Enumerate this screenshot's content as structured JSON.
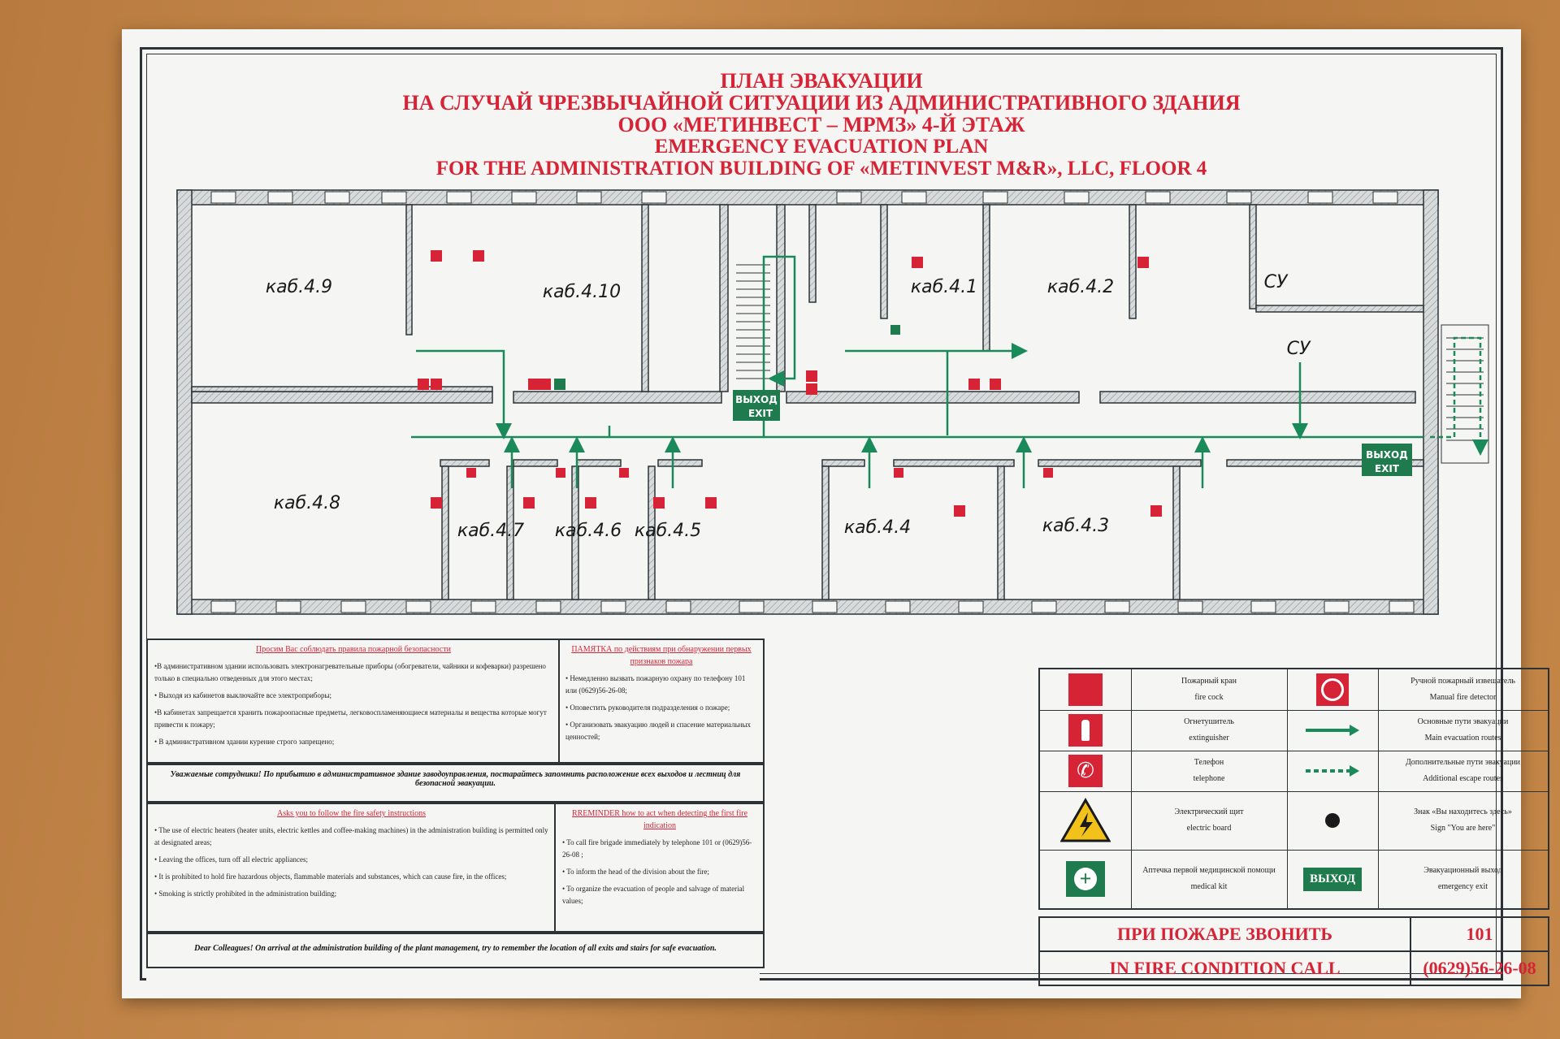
{
  "title": {
    "line1": "ПЛАН ЭВАКУАЦИИ",
    "line2": "НА СЛУЧАЙ ЧРЕЗВЫЧАЙНОЙ СИТУАЦИИ ИЗ АДМИНИСТРАТИВНОГО ЗДАНИЯ",
    "line3": "ООО «МЕТИНВЕСТ – МРМЗ» 4-Й ЭТАЖ",
    "line4": "EMERGENCY EVACUATION PLAN",
    "line5": "FOR THE ADMINISTRATION BUILDING OF «METINVEST M&R», LLC, FLOOR 4"
  },
  "rooms": {
    "r49": "каб.4.9",
    "r410": "каб.4.10",
    "r41": "каб.4.1",
    "r42": "каб.4.2",
    "su1": "СУ",
    "su2": "СУ",
    "r48": "каб.4.8",
    "r47": "каб.4.7",
    "r46": "каб.4.6",
    "r45": "каб.4.5",
    "r44": "каб.4.4",
    "r43": "каб.4.3"
  },
  "exit_sign": {
    "ru": "ВЫХОД",
    "en": "EXIT"
  },
  "rules_ru": {
    "heading": "Просим Вас соблюдать правила пожарной безопасности",
    "items": [
      "•В административном здании использовать электронагревательные приборы (обогреватели, чайники и кофеварки) разрешено только в специально отведенных для этого местах;",
      "• Выходя из кабинетов выключайте все электроприборы;",
      "•В кабинетах запрещается хранить пожароопасные предметы, легковоспламеняющиеся материалы и вещества которые могут привести к пожару;",
      "• В административном здании курение строго запрещено;"
    ]
  },
  "memo_ru": {
    "heading": "ПАМЯТКА по действиям при обнаружении первых признаков пожара",
    "items": [
      "• Немедленно вызвать пожарную охрану по телефону 101 или (0629)56-26-08;",
      "• Оповестить руководителя подразделения о пожаре;",
      "• Организовать эвакуацию людей и спасение материальных ценностей;"
    ]
  },
  "wish_ru": "Уважаемые сотрудники! По прибытию в административное здание заводоуправления, постарайтесь запомнить расположение всех выходов и лестниц для безопасной эвакуации.",
  "rules_en": {
    "heading": "Asks you to follow the fire safety instructions",
    "items": [
      "• The use of electric heaters (heater units, electric kettles and coffee-making machines) in the administration building is permitted only at designated areas;",
      "• Leaving the offices, turn off all electric appliances;",
      "• It is prohibited to hold fire hazardous objects, flammable materials and substances, which can cause fire, in the offices;",
      "• Smoking is strictly prohibited in the administration building;"
    ]
  },
  "memo_en": {
    "heading": "RREMINDER how to act when detecting the first fire indication",
    "items": [
      "• To call fire brigade immediately by telephone 101 or (0629)56-26-08 ;",
      "• To inform the head of the division about the fire;",
      "• To organize the evacuation of people and salvage of material values;"
    ]
  },
  "wish_en": "Dear Colleagues! On arrival at the administration building of the plant management, try to remember the location of all exits and stairs for safe evacuation.",
  "legend": [
    {
      "left_icon": "fire-cock-icon",
      "left_ru": "Пожарный кран",
      "left_en": "fire cock",
      "right_icon": "manual-fire-detector-icon",
      "right_ru": "Ручной пожарный извещатель",
      "right_en": "Manual fire detector"
    },
    {
      "left_icon": "extinguisher-icon",
      "left_ru": "Огнетушитель",
      "left_en": "extinguisher",
      "right_icon": "main-route-arrow-icon",
      "right_ru": "Основные пути эвакуации",
      "right_en": "Main evacuation routes"
    },
    {
      "left_icon": "telephone-icon",
      "left_ru": "Телефон",
      "left_en": "telephone",
      "right_icon": "additional-route-arrow-icon",
      "right_ru": "Дополнительные пути эвакуации",
      "right_en": "Additional escape routes"
    },
    {
      "left_icon": "electric-board-icon",
      "left_ru": "Электрический щит",
      "left_en": "electric board",
      "right_icon": "you-are-here-icon",
      "right_ru": "Знак «Вы находитесь здесь»",
      "right_en": "Sign \"You are here\""
    },
    {
      "left_icon": "medical-kit-icon",
      "left_ru": "Аптечка первой медицинской помощи",
      "left_en": "medical kit",
      "right_icon": "emergency-exit-sign-icon",
      "right_ru": "Эвакуационный выход",
      "right_en": "emergency exit",
      "right_sign": "ВЫХОД"
    }
  ],
  "call": {
    "ru_label": "ПРИ ПОЖАРЕ ЗВОНИТЬ",
    "ru_number": "101",
    "en_label": "IN FIRE CONDITION CALL",
    "en_number": "(0629)56-26-08"
  },
  "colors": {
    "red": "#d62436",
    "green": "#1a8a5a",
    "dark": "#2c3236",
    "sign_green": "#1f7a4d"
  }
}
